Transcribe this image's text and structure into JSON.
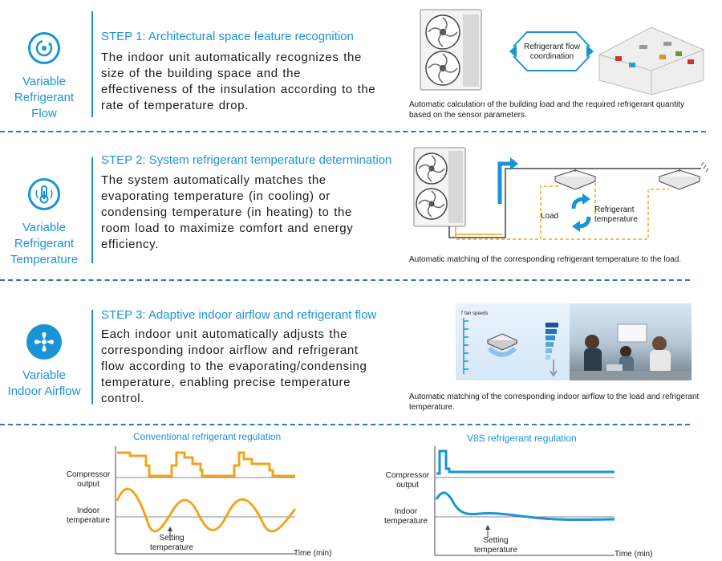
{
  "steps": [
    {
      "side_label": "Variable\nRefrigerant\nFlow",
      "title": "STEP 1: Architectural space feature recognition",
      "body": "The indoor unit automatically recognizes the size of the building space and the effectiveness of the insulation according to the rate of temperature drop.",
      "caption": "Automatic calculation of the building load and the required refrigerant quantity based on the sensor parameters.",
      "diagram_label": "Refrigerant flow\ncoordination"
    },
    {
      "side_label": "Variable\nRefrigerant\nTemperature",
      "title": "STEP 2: System refrigerant temperature determination",
      "body": "The system automatically matches the evaporating temperature (in cooling) or condensing temperature (in heating) to the room load to maximize comfort and energy efficiency.",
      "caption": "Automatic matching of the corresponding refrigerant temperature to the load.",
      "diagram_label_load": "Load",
      "diagram_label_temp": "Refrigerant\ntemperature"
    },
    {
      "side_label": "Variable\nIndoor Airflow",
      "title": "STEP 3: Adaptive indoor airflow and refrigerant flow",
      "body": "Each indoor unit automatically adjusts the corresponding indoor airflow and refrigerant flow according to the evaporating/condensing temperature, enabling precise temperature control.",
      "caption": "Automatic matching of the corresponding indoor airflow to the load and refrigerant temperature.",
      "diagram_label": "7 fan speeds"
    }
  ],
  "charts": {
    "conventional": {
      "title": "Conventional refrigerant regulation",
      "compressor_label": "Compressor\noutput",
      "indoor_label": "Indoor\ntemperature",
      "setting_label": "Setting\ntemperature",
      "time_label": "Time (min)",
      "color": "#f2a51c"
    },
    "v8s": {
      "title": "V8S refrigerant regulation",
      "compressor_label": "Compressor\noutput",
      "indoor_label": "Indoor\ntemperature",
      "setting_label": "Setting\ntemperature",
      "time_label": "Time (min)",
      "color": "#1a94d6"
    }
  },
  "colors": {
    "accent": "#1a94d6",
    "orange": "#f2a51c",
    "divider": "#2b77c0"
  },
  "icons": [
    "refrigerant-flow-icon",
    "thermometer-icon",
    "fan-icon"
  ]
}
